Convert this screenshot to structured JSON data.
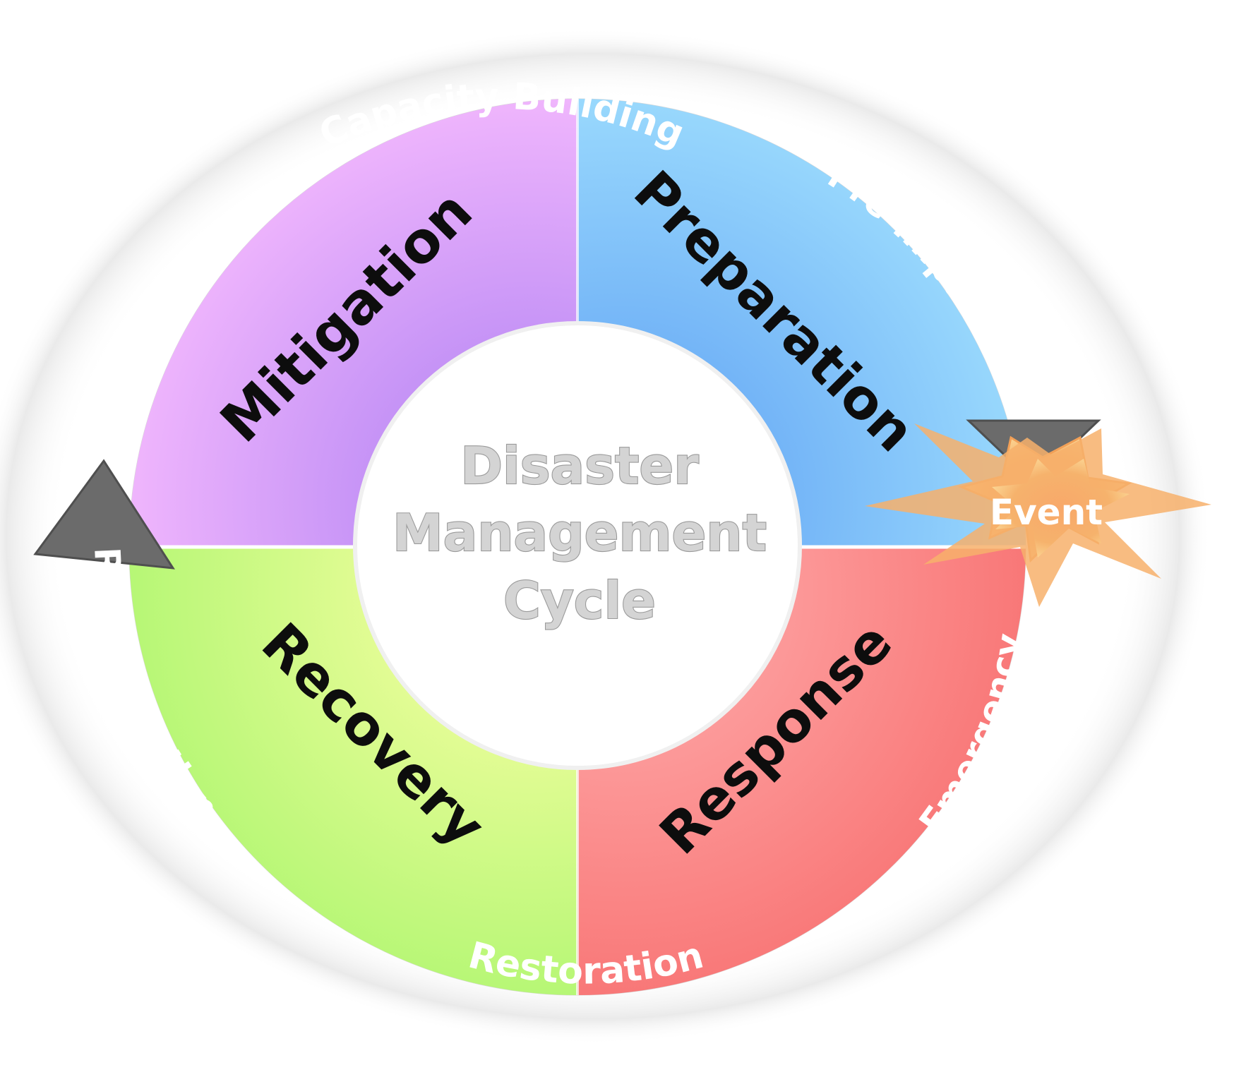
{
  "diagram": {
    "center_title_lines": [
      "Disaster",
      "Management",
      "Cycle"
    ],
    "quadrants": [
      {
        "key": "mitigation",
        "label": "Mitigation"
      },
      {
        "key": "preparation",
        "label": "Preparation"
      },
      {
        "key": "response",
        "label": "Response"
      },
      {
        "key": "recovery",
        "label": "Recovery"
      }
    ],
    "ring_labels": {
      "capacity_building": "Capacity Building",
      "pre_impact": "Pre-Impact",
      "emergency": "Emergency",
      "restoration": "Restoration",
      "reconstruction": "Reconstruction"
    },
    "event_label": "Event",
    "colors": {
      "mitigation": "#d48ee8",
      "preparation": "#6fb7f5",
      "response": "#f98a8a",
      "recovery": "#d6f784",
      "ring": "#6f6f6f",
      "event": "#f7a24d"
    }
  }
}
